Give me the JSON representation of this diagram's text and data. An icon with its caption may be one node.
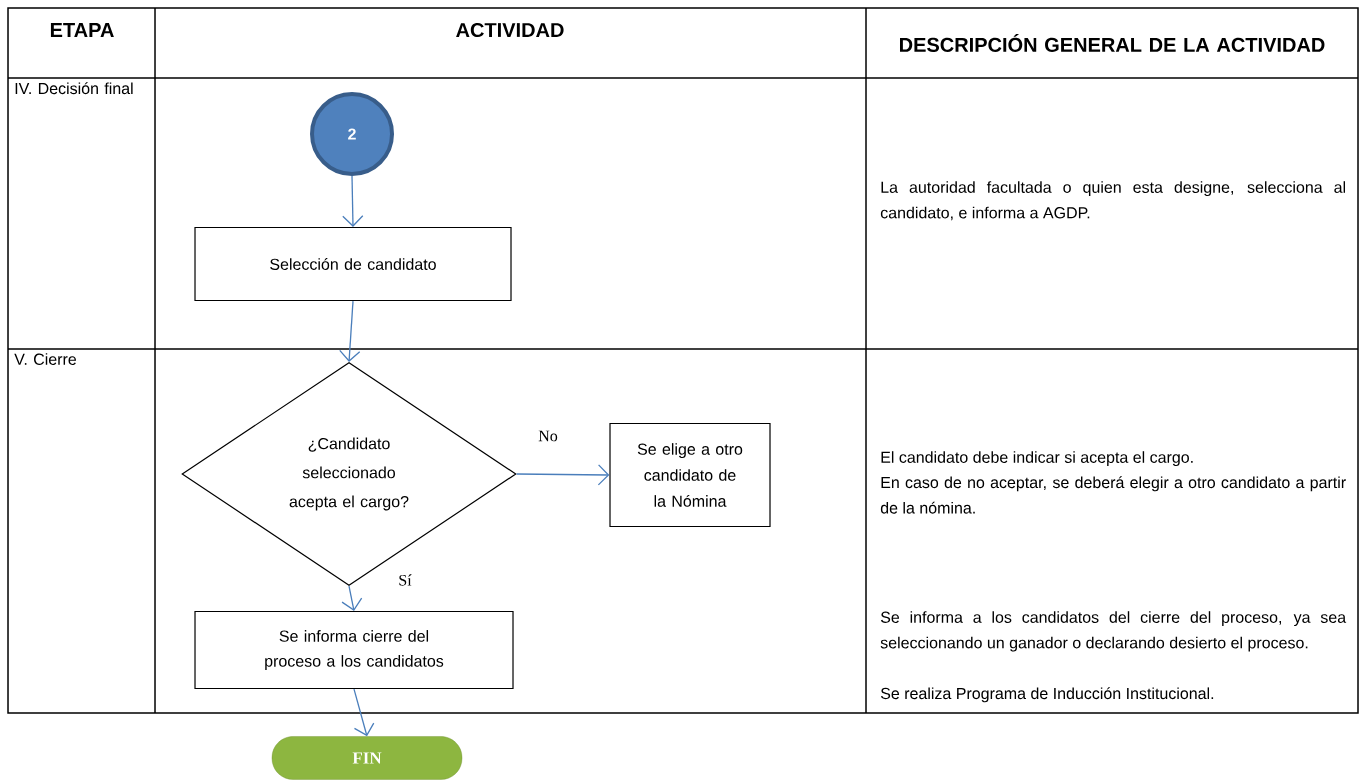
{
  "diagram": {
    "nodes": [
      {
        "text": [
          "2"
        ]
      },
      {
        "text": [
          "Selección de candidato"
        ]
      },
      {
        "text": [
          "¿Candidato seleccionado acepta el cargo?"
        ]
      },
      {
        "text": [
          "Se elige a otro candidato de la Nómina"
        ]
      },
      {
        "text": [
          "Se informa cierre del proceso a los candidatos"
        ]
      },
      {
        "text": [
          "FIN"
        ]
      }
    ],
    "edges": [
      {
        "from": 0,
        "to": 1,
        "arrow": "to"
      },
      {
        "from": 1,
        "to": 2,
        "arrow": "to"
      },
      {
        "from": 2,
        "to": 3,
        "arrow": "to",
        "label": "No"
      },
      {
        "from": 2,
        "to": 4,
        "arrow": "to",
        "label": "Sí"
      },
      {
        "from": 4,
        "to": 5,
        "arrow": "to"
      }
    ],
    "labels": [
      "ETAPA",
      "ACTIVIDAD",
      "DESCRIPCIÓN GENERAL DE LA ACTIVIDAD",
      "IV. Decisión final",
      "V. Cierre",
      "La autoridad facultada o quien esta designe, selecciona al candidato, e informa a AGDP.",
      "El candidato debe indicar si acepta el cargo.",
      "En caso de no aceptar, se deberá elegir a otro candidato a partir de la nómina.",
      "Se informa a los candidatos del cierre del proceso, ya sea seleccionando un ganador o declarando desierto el proceso.",
      "Se realiza Programa de Inducción Institucional."
    ]
  }
}
